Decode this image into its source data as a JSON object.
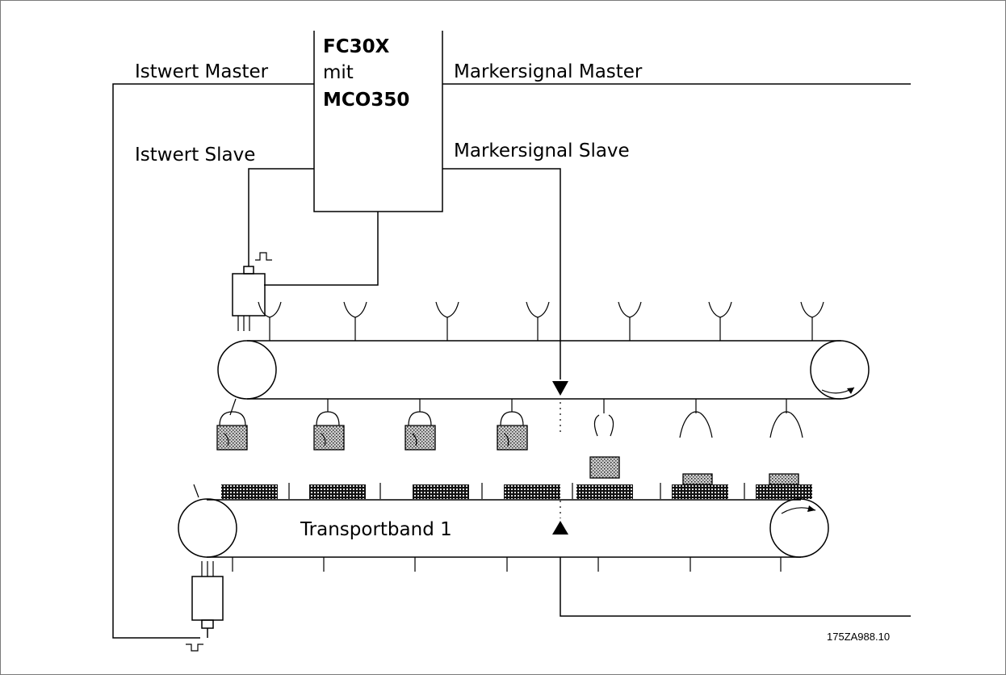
{
  "controller": {
    "line1": "FC30X",
    "line2": "mit",
    "line3": "MCO350"
  },
  "labels": {
    "istwert_master": "Istwert Master",
    "istwert_slave": "Istwert Slave",
    "markersignal_master": "Markersignal Master",
    "markersignal_slave": "Markersignal Slave",
    "transportband": "Transportband 1"
  },
  "figure_code": "175ZA988.10",
  "colors": {
    "line": "#000000",
    "frame": "#7a7a7a",
    "fill_dotted": "#9a9a9a",
    "fill_grid": "#222222"
  },
  "icons": {
    "pulse_rising": "pulse-icon",
    "pulse_falling": "pulse-icon",
    "rotation": "rotation-arrow-icon"
  }
}
